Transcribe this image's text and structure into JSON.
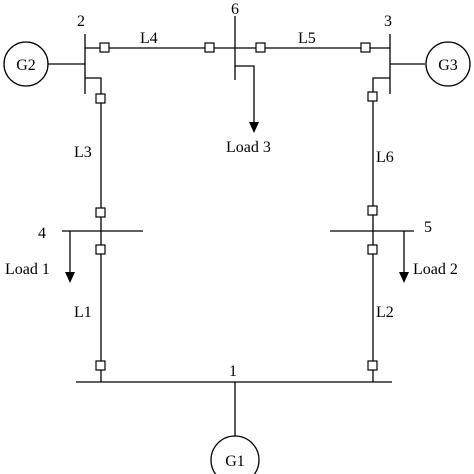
{
  "buses": {
    "b1": "1",
    "b2": "2",
    "b3": "3",
    "b4": "4",
    "b5": "5",
    "b6": "6"
  },
  "lines": {
    "L1": "L1",
    "L2": "L2",
    "L3": "L3",
    "L4": "L4",
    "L5": "L5",
    "L6": "L6"
  },
  "generators": {
    "G1": "G1",
    "G2": "G2",
    "G3": "G3"
  },
  "loads": {
    "load1": "Load 1",
    "load2": "Load 2",
    "load3": "Load 3"
  }
}
